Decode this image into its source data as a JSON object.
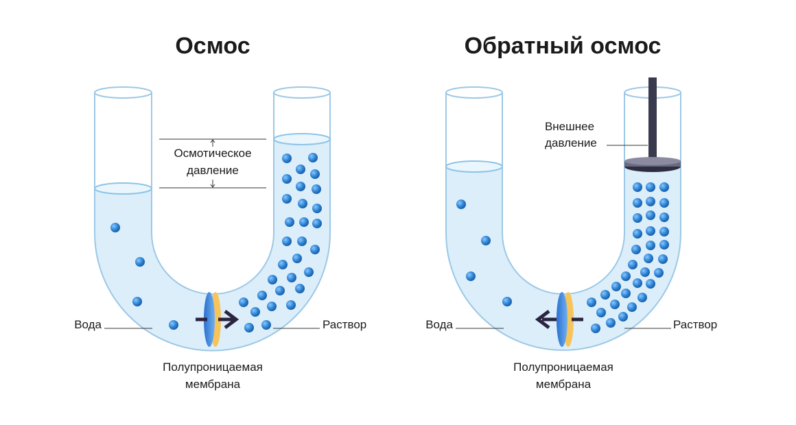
{
  "left": {
    "title": "Осмос",
    "pressure_label": [
      "Осмотическое",
      "давление"
    ],
    "water_label": "Вода",
    "solution_label": "Раствор",
    "membrane_label": [
      "Полупроницаемая",
      "мембрана"
    ]
  },
  "right": {
    "title": "Обратный осмос",
    "external_pressure_label": [
      "Внешнее",
      "давление"
    ],
    "water_label": "Вода",
    "solution_label": "Раствор",
    "membrane_label": [
      "Полупроницаемая",
      "мембрана"
    ]
  },
  "colors": {
    "water": "#dbeefa",
    "tube_outline": "#9cc8e6",
    "particle": "#2f86d6",
    "membrane_blue": "#4b8fe0",
    "membrane_yellow": "#f6c45a",
    "arrow": "#2b2440",
    "piston": "#3a3a4e"
  }
}
